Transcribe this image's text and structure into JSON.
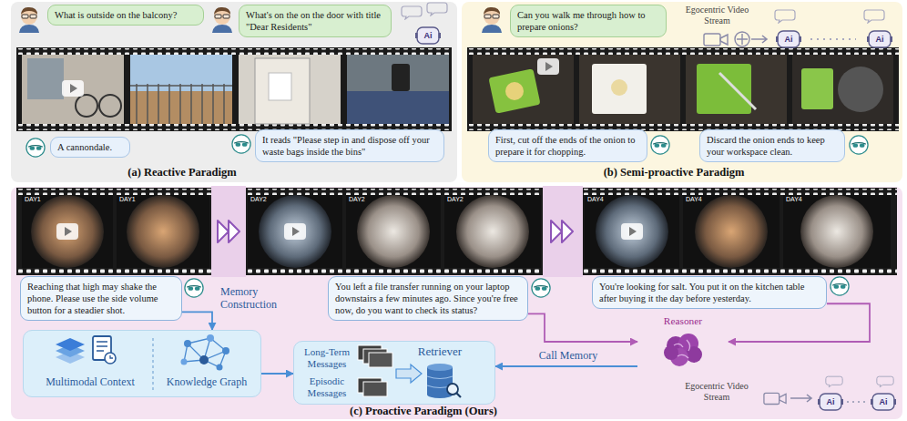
{
  "diagram": {
    "nodes": [
      {
        "text": [
          "(a) Reactive Paradigm"
        ]
      },
      {
        "text": [
          "What is outside on the balcony?"
        ],
        "in": 0
      },
      {
        "text": [
          "What's on the on the door with title \"Dear Residents\""
        ],
        "in": 0
      },
      {
        "text": [
          "A cannondale."
        ],
        "in": 0
      },
      {
        "text": [
          "It reads \"Please step in and dispose off your waste bags inside the bins\""
        ],
        "in": 0
      },
      {
        "text": [
          "(b) Semi-proactive Paradigm"
        ]
      },
      {
        "text": [
          "Can you walk me through how to prepare onions?"
        ],
        "in": 5
      },
      {
        "text": [
          "First, cut off the ends of the onion to prepare it for chopping."
        ],
        "in": 5
      },
      {
        "text": [
          "Discard the onion ends to keep your workspace clean."
        ],
        "in": 5
      },
      {
        "text": [
          "(c) Proactive Paradigm (Ours)"
        ]
      },
      {
        "text": [
          "Reaching that high may shake the phone. Please use the side volume button for a steadier shot."
        ],
        "in": 9
      },
      {
        "text": [
          "You left a file transfer running on your laptop downstairs a few minutes ago. Since you're free now, do you want to check its status?"
        ],
        "in": 9
      },
      {
        "text": [
          "You're looking for salt. You put it on the kitchen table after buying it the day before yesterday."
        ],
        "in": 9
      },
      {
        "text": [
          "Multimodal Context",
          "Knowledge Graph"
        ],
        "in": 9
      },
      {
        "text": [
          "Long-Term Messages",
          "Episodic Messages",
          "Retriever"
        ],
        "in": 9
      },
      {
        "text": [
          "Reasoner"
        ],
        "in": 9
      }
    ],
    "edges": [
      {
        "from": 10,
        "to": 13,
        "label": "Memory Construction",
        "arrow": "to"
      },
      {
        "from": 13,
        "to": 14,
        "arrow": "to"
      },
      {
        "from": 15,
        "to": 14,
        "label": "Call Memory",
        "arrow": "to"
      },
      {
        "from": 11,
        "to": 15,
        "arrow": "to"
      },
      {
        "from": 12,
        "to": 15,
        "arrow": "to"
      }
    ],
    "labels": [
      "Ai",
      "Egocentric Video Stream",
      "Ai",
      "Ai",
      "DAY1",
      "DAY1",
      "DAY2",
      "DAY2",
      "DAY2",
      "DAY4",
      "DAY4",
      "DAY4",
      "Egocentric Video Stream",
      "Ai",
      "Ai"
    ]
  }
}
